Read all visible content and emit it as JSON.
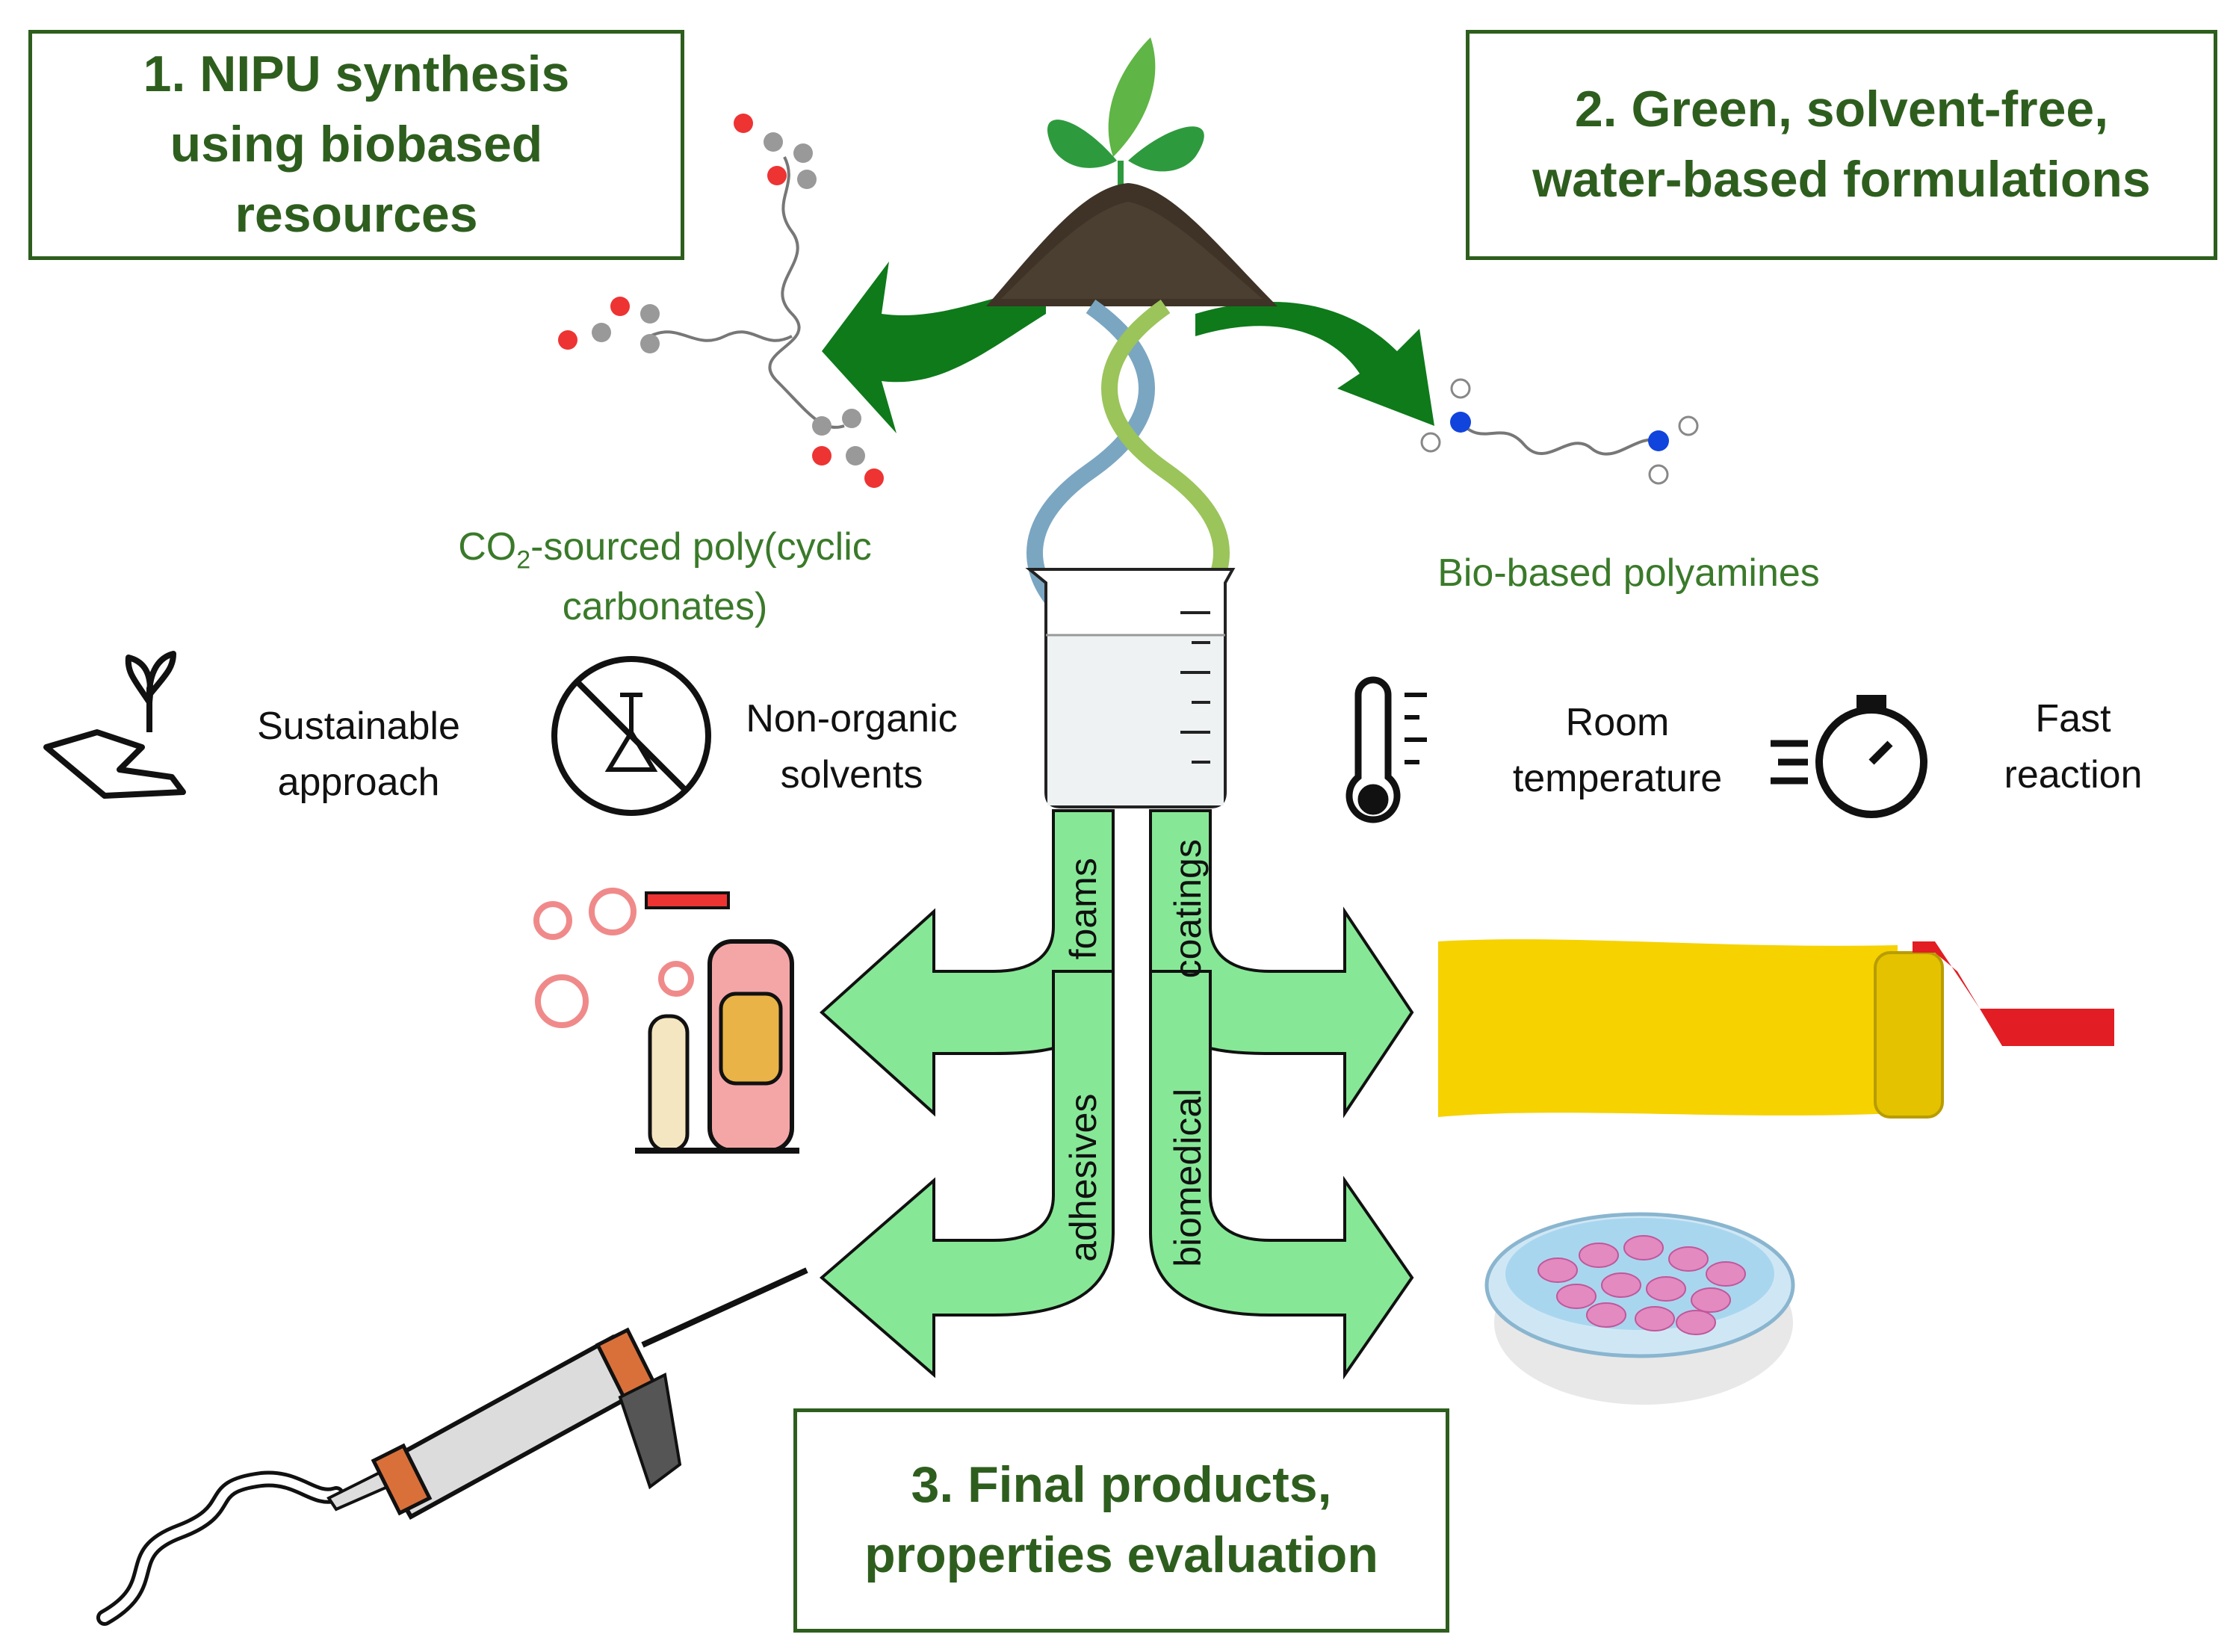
{
  "boxes": {
    "step1": [
      "1. NIPU synthesis",
      "using biobased",
      "resources"
    ],
    "step2": [
      "2. Green, solvent-free,",
      "water-based formulations"
    ],
    "step3": [
      "3. Final products,",
      "properties evaluation"
    ]
  },
  "reagents": {
    "carbonates_line1_prefix": "CO",
    "carbonates_line1_sub": "2",
    "carbonates_line1_suffix": "-sourced poly(cyclic",
    "carbonates_line2": "carbonates)",
    "polyamines": "Bio-based polyamines"
  },
  "features": {
    "sustainable": [
      "Sustainable",
      "approach"
    ],
    "non_organic": [
      "Non-organic",
      "solvents"
    ],
    "room_temp": [
      "Room",
      "temperature"
    ],
    "fast": [
      "Fast",
      "reaction"
    ]
  },
  "applications": {
    "foams": "foams",
    "coatings": "coatings",
    "adhesives": "adhesives",
    "biomedical": "biomedical"
  },
  "colors": {
    "box_border": "#2e5e1e",
    "dark_green_arrow": "#0e7a1a",
    "light_green_arrow": "#86e896",
    "helix_blue": "#7aa6c2",
    "helix_green": "#9bc45a",
    "paint_yellow": "#f5d200"
  }
}
